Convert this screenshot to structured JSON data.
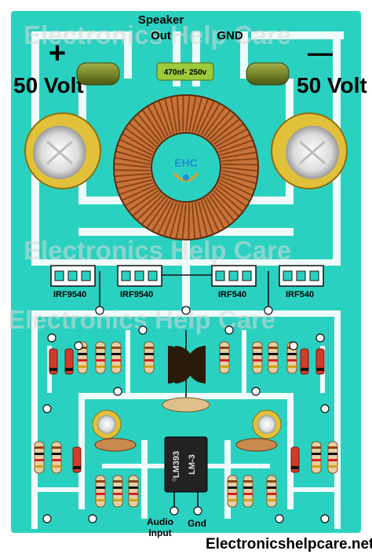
{
  "labels": {
    "speaker_out_line1": "Speaker",
    "speaker_out_line2": "Out",
    "gnd_top": "GND",
    "plus_symbol": "+",
    "minus_symbol": "—",
    "plus_voltage": "50 Volt",
    "minus_voltage": "50 Volt",
    "capacitor_rating": "470nf- 250v",
    "logo_text": "EHC",
    "audio_input_line1": "Audio",
    "audio_input_line2": "Input",
    "gnd_bottom": "Gnd",
    "website": "Electronicshelpcare.net"
  },
  "transistors": [
    {
      "label": "IRF9540"
    },
    {
      "label": "IRF9540"
    },
    {
      "label": "IRF540"
    },
    {
      "label": "IRF540"
    }
  ],
  "ic": {
    "line1": "LM393",
    "line2": "LM-3"
  },
  "watermark": {
    "text": "Electronics Help Care"
  },
  "colors": {
    "board": "#2bd1c0",
    "copper": "#c9733a",
    "cap_gold": "#e2c13a",
    "cap_green": "#7c8c2e"
  }
}
